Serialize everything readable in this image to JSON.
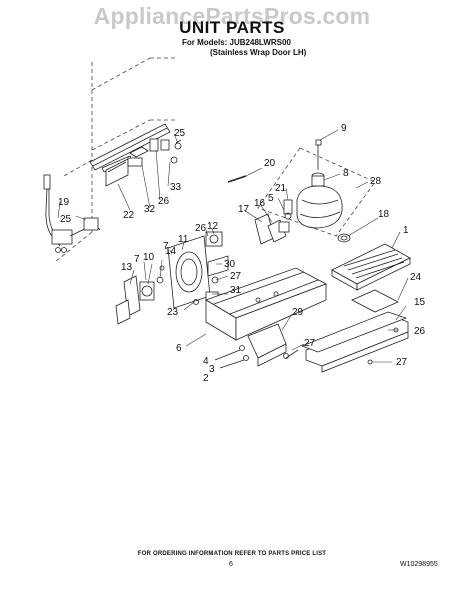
{
  "watermark": "AppliancePartsPros.com",
  "title": "UNIT PARTS",
  "models_line1": "For Models: JUB248LWRS00",
  "models_line2": "(Stainless Wrap Door LH)",
  "footer_note": "FOR ORDERING INFORMATION REFER TO PARTS PRICE LIST",
  "page_number": "6",
  "document_id": "W10298955",
  "callouts": {
    "c25a": "25",
    "c9": "9",
    "c20": "20",
    "c8": "8",
    "c28": "28",
    "c33": "33",
    "c21": "21",
    "c5": "5",
    "c19": "19",
    "c22": "22",
    "c32": "32",
    "c26a": "26",
    "c17": "17",
    "c16": "16",
    "c18": "18",
    "c25b": "25",
    "c1": "1",
    "c26b": "26",
    "c12": "12",
    "c11": "11",
    "c7a": "7",
    "c14": "14",
    "c10": "10",
    "c7b": "7",
    "c30": "30",
    "c13": "13",
    "c27a": "27",
    "c24": "24",
    "c31": "31",
    "c15": "15",
    "c23": "23",
    "c29": "29",
    "c26c": "26",
    "c6": "6",
    "c4": "4",
    "c27b": "27",
    "c3": "3",
    "c27c": "27",
    "c2": "2"
  }
}
